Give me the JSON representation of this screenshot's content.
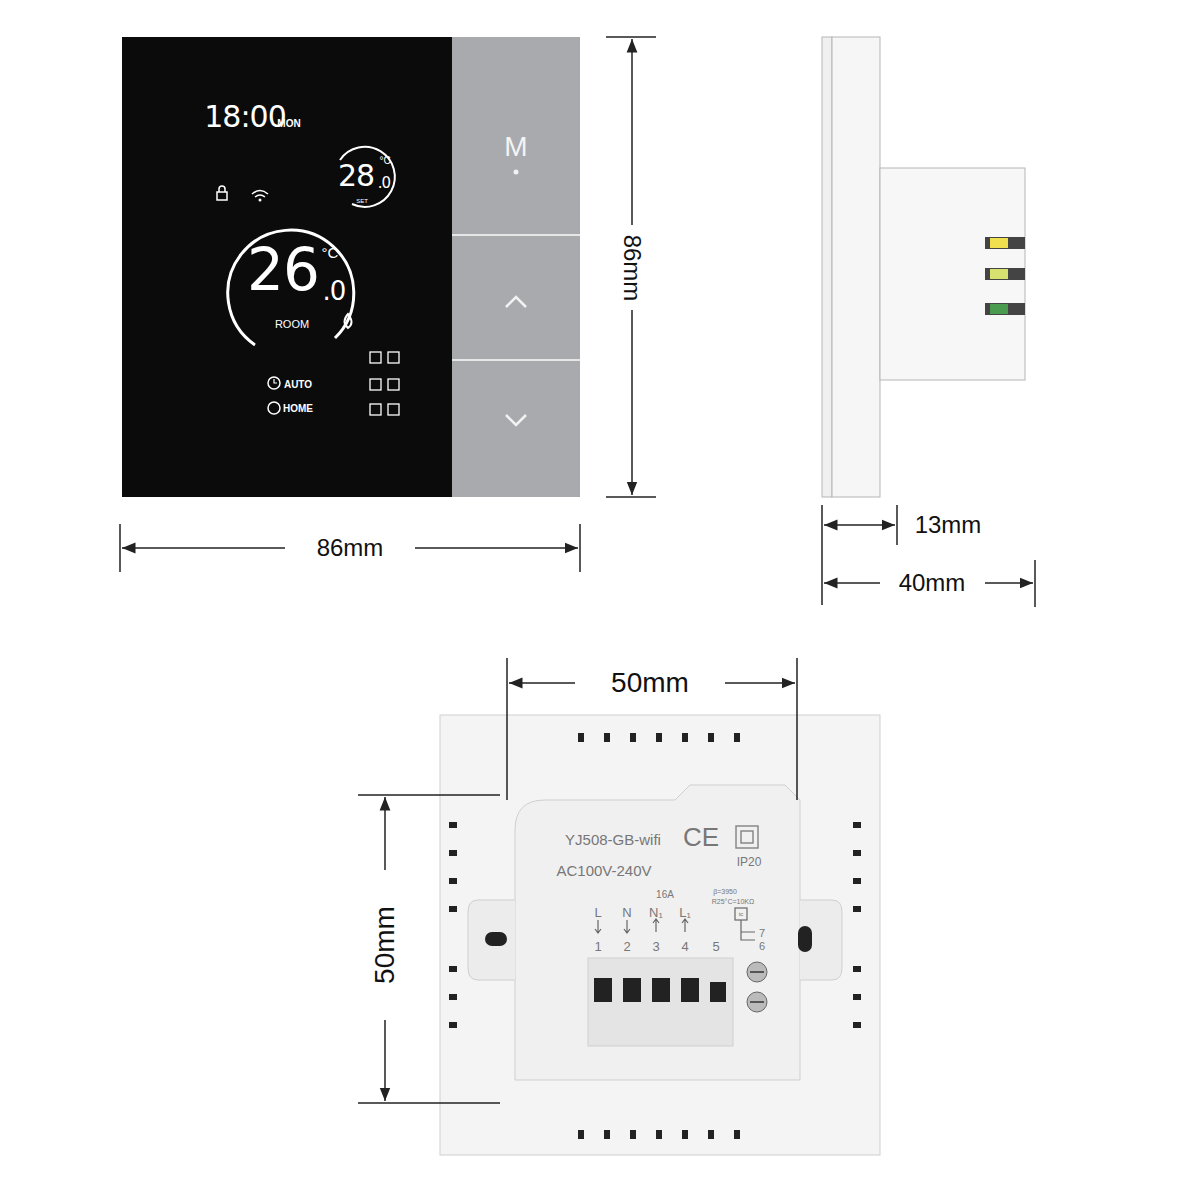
{
  "diagram": {
    "labels": [
      "18:00",
      "MON",
      "28",
      "°C",
      ".0",
      "SET",
      "26",
      "°C",
      ".0",
      "ROOM",
      "AUTO",
      "HOME",
      "M",
      "86mm",
      "86mm",
      "13mm",
      "40mm",
      "50mm",
      "50mm",
      "YJ508-GB-wifi",
      "CE",
      "IP20",
      "AC100V-240V",
      "16A",
      "β=3950",
      "R25°C=10KΩ",
      "L",
      "N",
      "N₁",
      "L₁",
      "1",
      "2",
      "3",
      "4",
      "5",
      "tc",
      "7",
      "6"
    ]
  }
}
